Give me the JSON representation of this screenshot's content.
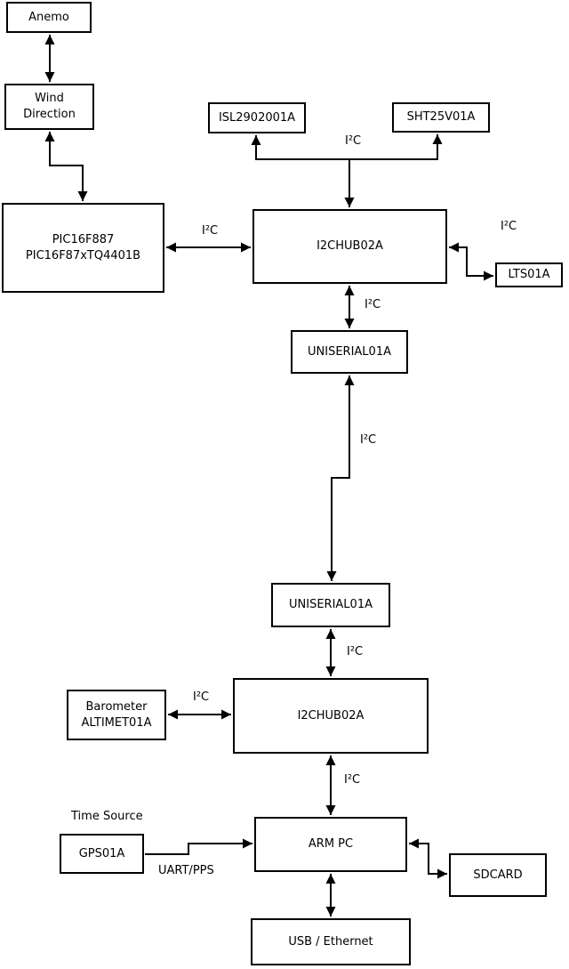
{
  "diagram": {
    "type": "block-diagram",
    "nodes": {
      "anemo": "Anemo",
      "wind": "Wind\nDirection",
      "pic": "PIC16F887\nPIC16F87xTQ4401B",
      "isl": "ISL2902001A",
      "sht": "SHT25V01A",
      "hub1": "I2CHUB02A",
      "lts": "LTS01A",
      "uniserial1": "UNISERIAL01A",
      "uniserial2": "UNISERIAL01A",
      "hub2": "I2CHUB02A",
      "barometer": "Barometer\nALTIMET01A",
      "gps": "GPS01A",
      "armpc": "ARM PC",
      "sdcard": "SDCARD",
      "usb": "USB / Ethernet"
    },
    "labels": {
      "i2c": "I²C",
      "uart_pps": "UART/PPS",
      "time_source": "Time Source"
    },
    "connections": [
      {
        "from": "Anemo",
        "to": "Wind Direction",
        "style": "bidirectional",
        "label": ""
      },
      {
        "from": "Wind Direction",
        "to": "PIC16F887 PIC16F87xTQ4401B",
        "style": "bidirectional",
        "label": ""
      },
      {
        "from": "PIC16F887 PIC16F87xTQ4401B",
        "to": "I2CHUB02A (upper)",
        "style": "bidirectional",
        "label": "I²C"
      },
      {
        "from": "I2CHUB02A (upper)",
        "to": "ISL2902001A",
        "style": "arrow-to",
        "label": "I²C"
      },
      {
        "from": "I2CHUB02A (upper)",
        "to": "SHT25V01A",
        "style": "arrow-to",
        "label": "I²C"
      },
      {
        "from": "I2CHUB02A (upper)",
        "to": "LTS01A",
        "style": "bidirectional",
        "label": "I²C"
      },
      {
        "from": "I2CHUB02A (upper)",
        "to": "UNISERIAL01A (upper)",
        "style": "bidirectional",
        "label": "I²C"
      },
      {
        "from": "UNISERIAL01A (upper)",
        "to": "UNISERIAL01A (lower)",
        "style": "bidirectional",
        "label": "I²C"
      },
      {
        "from": "UNISERIAL01A (lower)",
        "to": "I2CHUB02A (lower)",
        "style": "bidirectional",
        "label": "I²C"
      },
      {
        "from": "Barometer ALTIMET01A",
        "to": "I2CHUB02A (lower)",
        "style": "bidirectional",
        "label": "I²C"
      },
      {
        "from": "I2CHUB02A (lower)",
        "to": "ARM PC",
        "style": "bidirectional",
        "label": "I²C"
      },
      {
        "from": "GPS01A",
        "to": "ARM PC",
        "style": "arrow-to",
        "label": "UART/PPS"
      },
      {
        "from": "ARM PC",
        "to": "SDCARD",
        "style": "bidirectional",
        "label": ""
      },
      {
        "from": "ARM PC",
        "to": "USB / Ethernet",
        "style": "bidirectional",
        "label": ""
      }
    ],
    "colors": {
      "line": "#000000",
      "background": "#ffffff",
      "text": "#000000"
    }
  }
}
